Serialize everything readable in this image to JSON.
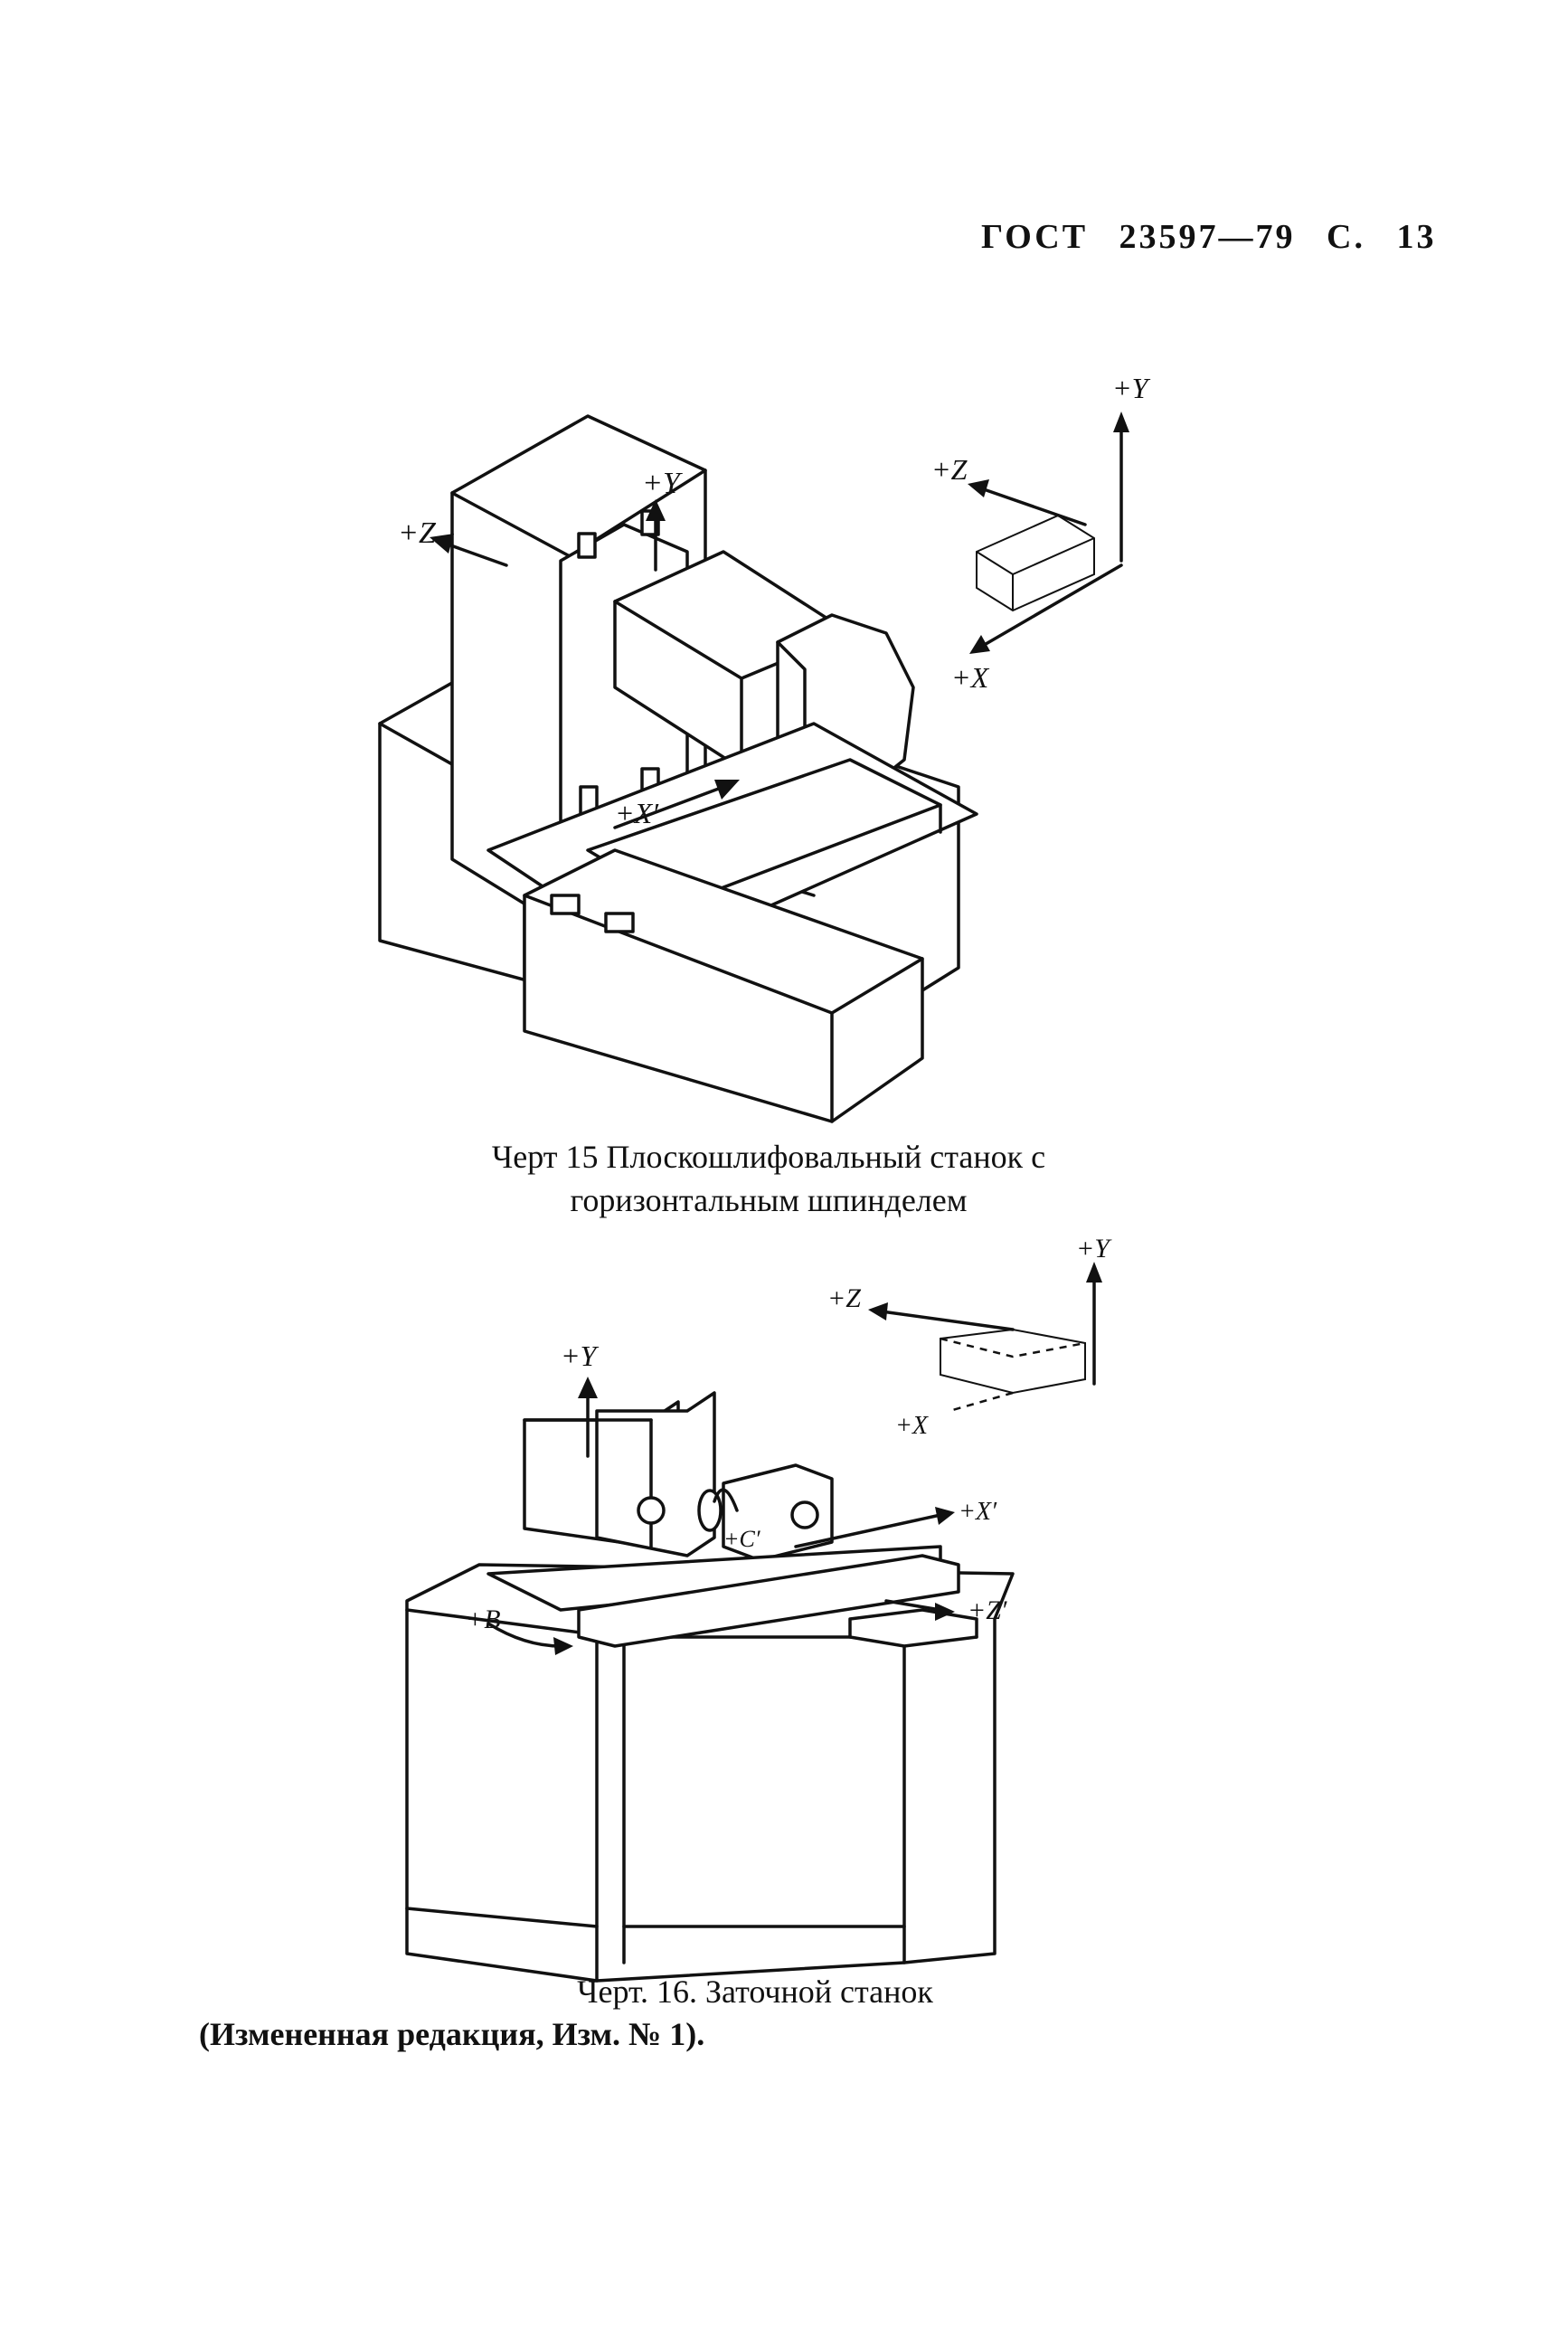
{
  "header": {
    "standard": "ГОСТ",
    "number": "23597—79",
    "page_label": "С.",
    "page_number": "13"
  },
  "figure15": {
    "labels": {
      "z_left": "+Z",
      "y_spindle": "+Y",
      "x_prime": "+X′",
      "axis_y": "+Y",
      "axis_z": "+Z",
      "axis_x": "+X"
    },
    "caption_line1": "Черт 15 Плоскошлифовальный станок с",
    "caption_line2": "горизонтальным шпинделем"
  },
  "figure16": {
    "labels": {
      "y_head": "+Y",
      "b": "+B",
      "c_prime": "+C′",
      "x_prime": "+X′",
      "z_prime": "+Z′",
      "axis_y": "+Y",
      "axis_z": "+Z",
      "axis_x": "+X"
    },
    "caption": "Черт. 16. Заточной станок"
  },
  "note": "(Измененная редакция, Изм. № 1)."
}
